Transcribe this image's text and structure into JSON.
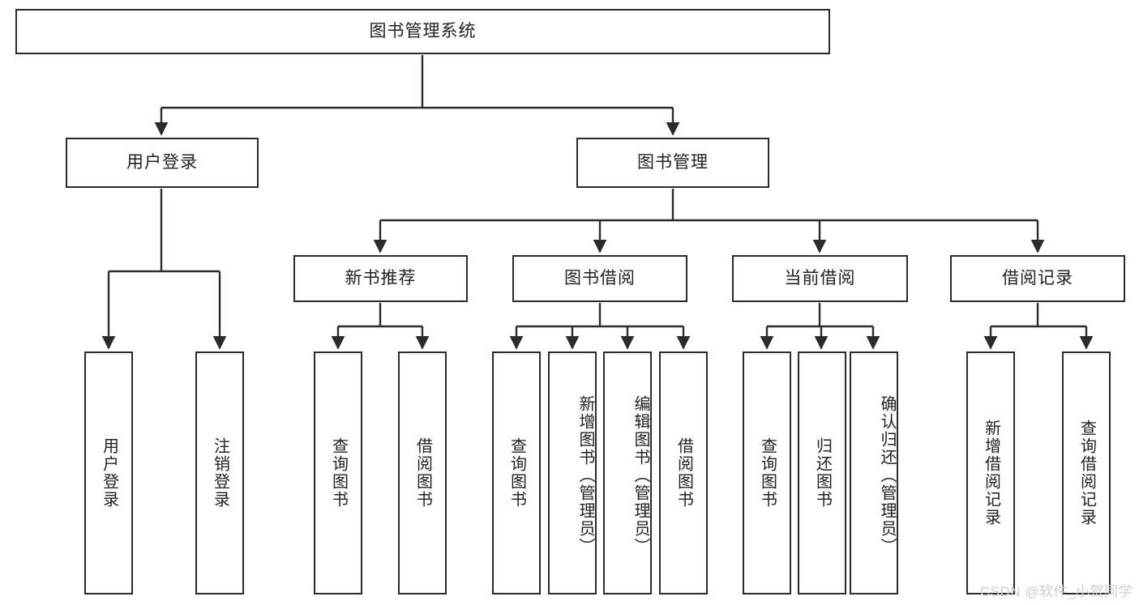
{
  "diagram": {
    "title": "图书管理系统",
    "type": "hierarchy-tree",
    "levels": 4,
    "root": {
      "id": "root",
      "label": "图书管理系统",
      "orientation": "horizontal"
    },
    "level2": [
      {
        "id": "user-login",
        "label": "用户登录",
        "orientation": "horizontal"
      },
      {
        "id": "book-management",
        "label": "图书管理",
        "orientation": "horizontal"
      }
    ],
    "level3": [
      {
        "id": "new-book-recommend",
        "label": "新书推荐",
        "orientation": "horizontal"
      },
      {
        "id": "book-borrow",
        "label": "图书借阅",
        "orientation": "horizontal"
      },
      {
        "id": "current-borrow",
        "label": "当前借阅",
        "orientation": "horizontal"
      },
      {
        "id": "borrow-record",
        "label": "借阅记录",
        "orientation": "horizontal"
      }
    ],
    "leaves": {
      "user_login": [
        {
          "id": "leaf-user-login",
          "label": "用户登录",
          "orientation": "vertical",
          "align": "center"
        },
        {
          "id": "leaf-logout",
          "label": "注销登录",
          "orientation": "vertical",
          "align": "center"
        }
      ],
      "new_book_recommend": [
        {
          "id": "leaf-query-book-1",
          "label": "查询图书",
          "orientation": "vertical",
          "align": "center"
        },
        {
          "id": "leaf-borrow-book-1",
          "label": "借阅图书",
          "orientation": "vertical",
          "align": "center"
        }
      ],
      "book_borrow": [
        {
          "id": "leaf-query-book-2",
          "label": "查询图书",
          "orientation": "vertical",
          "align": "center"
        },
        {
          "id": "leaf-add-book",
          "label": "新增图书（管理员）",
          "orientation": "vertical",
          "align": "top"
        },
        {
          "id": "leaf-edit-book",
          "label": "编辑图书（管理员）",
          "orientation": "vertical",
          "align": "top"
        },
        {
          "id": "leaf-borrow-book-2",
          "label": "借阅图书",
          "orientation": "vertical",
          "align": "center"
        }
      ],
      "current_borrow": [
        {
          "id": "leaf-query-book-3",
          "label": "查询图书",
          "orientation": "vertical",
          "align": "center"
        },
        {
          "id": "leaf-return-book",
          "label": "归还图书",
          "orientation": "vertical",
          "align": "center"
        },
        {
          "id": "leaf-confirm-return",
          "label": "确认归还（管理员）",
          "orientation": "vertical",
          "align": "top"
        }
      ],
      "borrow_record": [
        {
          "id": "leaf-add-record",
          "label": "新增借阅记录",
          "orientation": "vertical",
          "align": "center"
        },
        {
          "id": "leaf-query-record",
          "label": "查询借阅记录",
          "orientation": "vertical",
          "align": "center"
        }
      ]
    }
  },
  "watermark": {
    "text": "CSDN @软件_小贺同学"
  },
  "colors": {
    "border": "#2b2b2b",
    "text": "#222222",
    "background": "#ffffff",
    "watermark": "#cfcfcf"
  }
}
